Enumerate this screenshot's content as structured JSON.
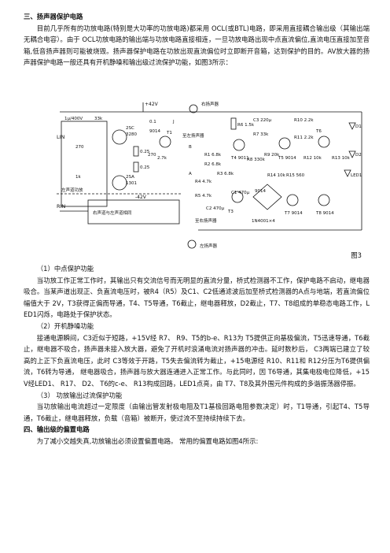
{
  "section3": {
    "heading": "三、扬声器保护电路",
    "para1": "目前几乎所有的功放电路(特别是大功率的功放电路)都采用 OCL(或BTL)电路，即采用直接耦合输出级（其输出端无耦合电容）。由于 OCL功放电路的输出端与功放电路直接相连，一旦功放电路出现中点直流偏位,直流电压直接加至音箱,低音扬声器则可能被烧毁。扬声器保护电路在功放出现直流偏位时立即断开音箱，达到保护的目的。AV放大器的扬声器保护电路一般还具有开机静噪和输出级过流保护功能，如图3所示："
  },
  "figure": {
    "caption": "图3",
    "labels": [
      "+42V",
      "LIN",
      "RIN",
      "-42V",
      "1μ/400V",
      "33k",
      "270",
      "1k",
      "2SC",
      "3280",
      "0.25",
      "0.25",
      "2SA",
      "1301",
      "0.1",
      "9014",
      "270",
      "T1",
      "2.7k",
      "左声道功放",
      "右声道与左声道相同",
      "B",
      "A",
      "R1 6.8k",
      "R2 6.8k",
      "R3 6.8k",
      "R4 4.7k",
      "R5 4.7k",
      "C1 470μ",
      "C2 470μ",
      "1N4001×4",
      "T3",
      "9014",
      "R6 1.5k",
      "T4 9011",
      "C3 220μ",
      "R7 33k",
      "R8 330k",
      "R9 20k",
      "T5 9014",
      "R10 2.2k",
      "R11 2.2k",
      "T6",
      "R12 10k",
      "R13 10k",
      "R14 10k",
      "R15 560",
      "T7 9014",
      "T8 9014",
      "D1",
      "D2",
      "LED1",
      "J",
      "右扬声器",
      "左扬声器",
      "至左扬声器",
      "至右扬声器"
    ]
  },
  "sub1": {
    "heading": "（1）中点保护功能",
    "text": "当功放工作正常工作时，其输出只有交流信号而无明显的直流分量，桥式检测器不工作，保护电路不启动，继电器吸合。当某声道出现正、负直流电压时，被R4（R5）及C1、C2低通滤波后加至桥式检测器的A点与地端，若直流偏位幅值大于 2V，T3获得正偏而导通，T4、T5导通，T6截止，继电器释放，D2截止，T7、T8组成的单稳态电路工作，LED1闪烁，电路处于保护状态。"
  },
  "sub2": {
    "heading": "（2）开机静噪功能",
    "text": "接通电源瞬间，C3近似于短路，+15V经 R7、 R9、T5的b-e、R13为 T5提供正向基极偏流，T5迅速导通，T6截止，继电器不吸合，扬声器未接入放大器，避免了开机时浪涌电流对扬声器的冲击。延时数秒后， C3两端已建立了较高的上正下负直流电压，此时 C3等效于开路，T5失去偏流转为截止，+15电源经 R10、R11和 R12分压为T6提供偏流，T6转为导通， 继电器吸合，扬声器与放大器连通进入正常工作。与此同时，因 T6导通，其集电极电位降低，+15V经LED1、 R17、 D2、 T6的c-e、 R13构成回路，LED1点亮，由 T7、T8及其外围元件构成的多谐振荡器停振。"
  },
  "sub3": {
    "heading": "（3）  功放输出过流保护功能",
    "text": "当功放输出电流超过一定限度（由输出管发射极电阻及T1基极回路电阻参数决定）时，T1导通，引起T4、T5导通，T6截止，继电器释放，负载（音箱）被断开，使过流不至持续持续下去。"
  },
  "section4": {
    "heading": "四、输出级的偏置电路",
    "text": "为了减小交越失真,功放输出必须设置偏置电路。 常用的偏置电路如图4所示:"
  }
}
